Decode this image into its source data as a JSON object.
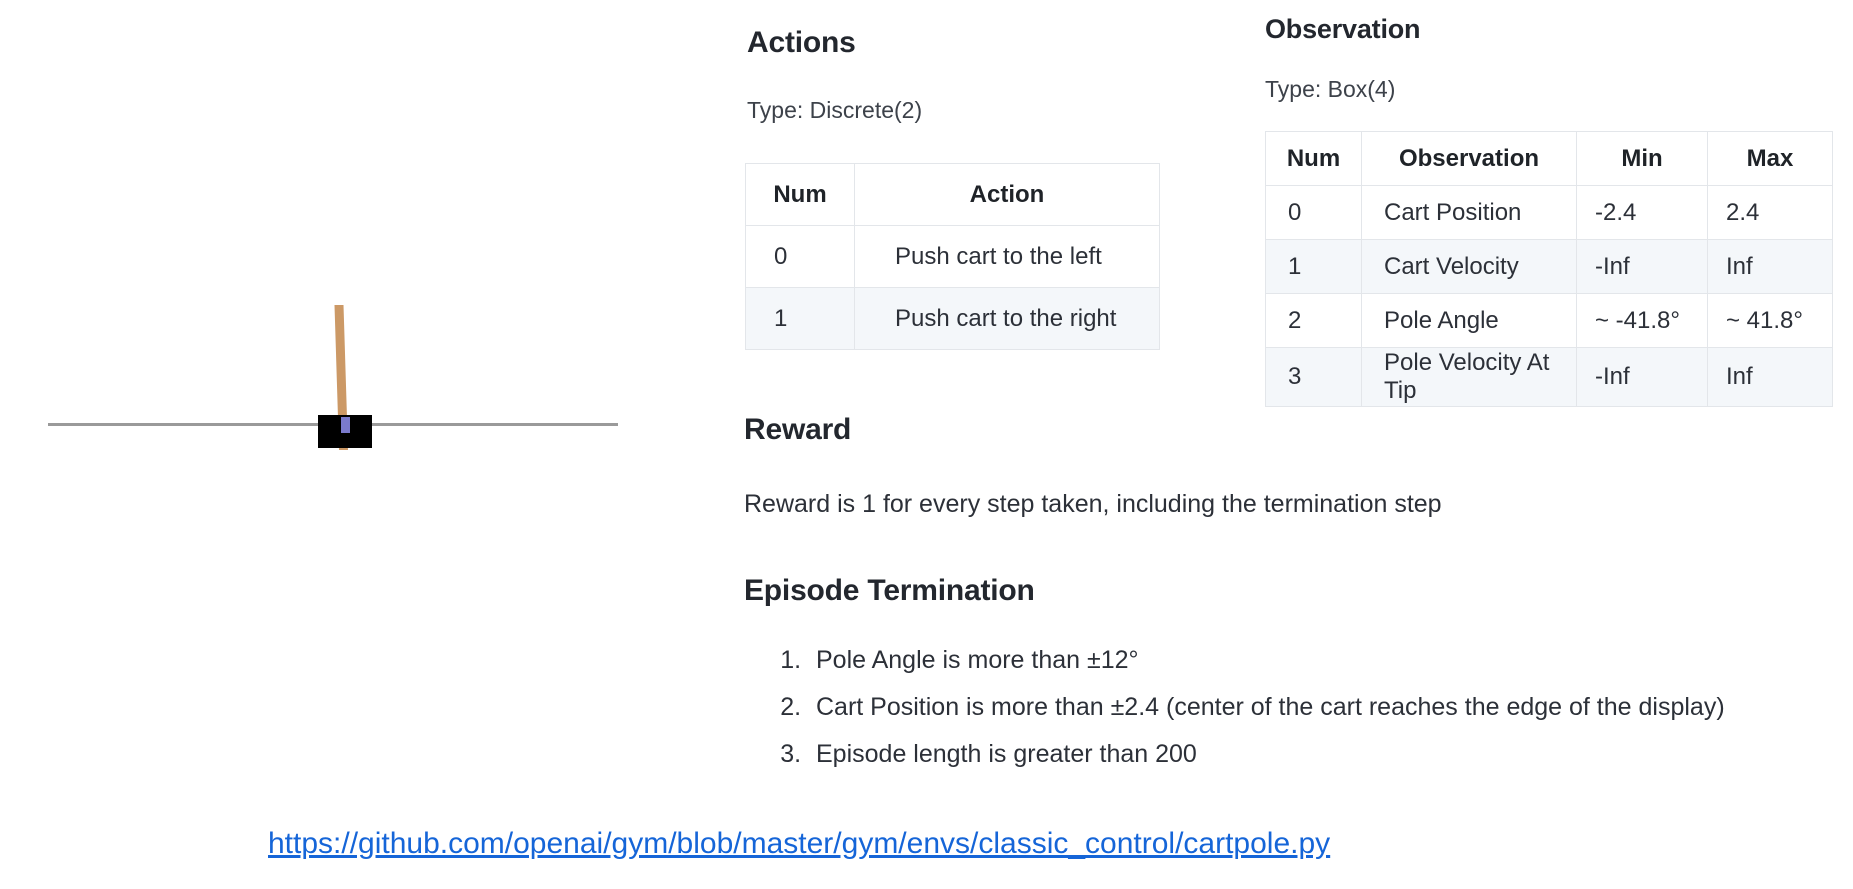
{
  "figure": {
    "name": "cartpole-rendering",
    "track_color": "#9a9a9a",
    "cart_color": "#000000",
    "pole_color": "#cc9966",
    "axle_color": "#7a7acc",
    "background_color": "#ffffff"
  },
  "actions": {
    "heading": "Actions",
    "type_label": "Type: Discrete(2)",
    "columns": [
      "Num",
      "Action"
    ],
    "rows": [
      {
        "num": "0",
        "action": "Push cart to the left"
      },
      {
        "num": "1",
        "action": "Push cart to the right"
      }
    ]
  },
  "observation": {
    "heading": "Observation",
    "type_label": "Type: Box(4)",
    "columns": [
      "Num",
      "Observation",
      "Min",
      "Max"
    ],
    "rows": [
      {
        "num": "0",
        "observation": "Cart Position",
        "min": "-2.4",
        "max": "2.4"
      },
      {
        "num": "1",
        "observation": "Cart Velocity",
        "min": "-Inf",
        "max": "Inf"
      },
      {
        "num": "2",
        "observation": "Pole Angle",
        "min": "~ -41.8°",
        "max": "~ 41.8°"
      },
      {
        "num": "3",
        "observation": "Pole Velocity At Tip",
        "min": "-Inf",
        "max": "Inf"
      }
    ]
  },
  "reward": {
    "heading": "Reward",
    "text": "Reward is 1 for every step taken, including the termination step"
  },
  "termination": {
    "heading": "Episode Termination",
    "items": [
      "Pole Angle is more than ±12°",
      "Cart Position is more than ±2.4 (center of the cart reaches the edge of the display)",
      "Episode length is greater than 200"
    ]
  },
  "link": {
    "text": "https://github.com/openai/gym/blob/master/gym/envs/classic_control/cartpole.py",
    "color": "#1565d8"
  }
}
